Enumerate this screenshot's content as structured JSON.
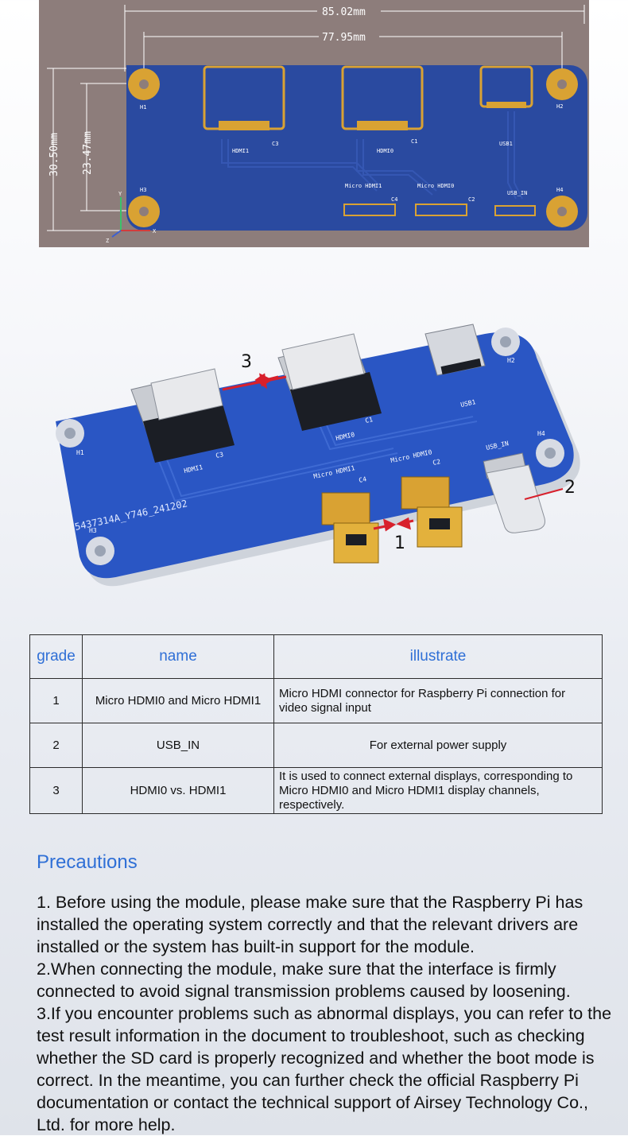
{
  "drawing": {
    "dim_width_outer": "85.02mm",
    "dim_width_inner": "77.95mm",
    "dim_height_outer": "30.50mm",
    "dim_height_inner": "23.47mm",
    "holes": [
      "H1",
      "H2",
      "H3",
      "H4"
    ],
    "silk_hdmi1": "HDMI1",
    "silk_hdmi0": "HDMI0",
    "silk_usb": "USB1",
    "silk_micro1": "Micro HDMI1",
    "silk_micro0": "Micro HDMI0",
    "silk_usb_in": "USB_IN",
    "silk_c1": "C1",
    "silk_c2": "C2",
    "silk_c3": "C3",
    "silk_c4": "C4",
    "axis_y": "Y",
    "axis_x": "X",
    "axis_z": "Z"
  },
  "photo": {
    "callout_1": "1",
    "callout_2": "2",
    "callout_3": "3",
    "board_code": "5437314A_Y746_241202",
    "silk_hdmi1": "HDMI1",
    "silk_hdmi0": "HDMI0",
    "silk_usb": "USB1",
    "silk_micro1": "Micro HDMI1",
    "silk_micro0": "Micro HDMI0",
    "silk_usb_in": "USB_IN",
    "silk_c1": "C1",
    "silk_c2": "C2",
    "silk_c3": "C3",
    "silk_c4": "C4",
    "h1": "H1",
    "h2": "H2",
    "h3": "H3",
    "h4": "H4"
  },
  "table": {
    "headers": {
      "grade": "grade",
      "name": "name",
      "illustrate": "illustrate"
    },
    "rows": [
      {
        "grade": "1",
        "name": "Micro HDMI0 and Micro HDMI1",
        "illustrate": "Micro HDMI connector for Raspberry Pi connection for video signal input"
      },
      {
        "grade": "2",
        "name": "USB_IN",
        "illustrate": "For external power supply"
      },
      {
        "grade": "3",
        "name": "HDMI0 vs. HDMI1",
        "illustrate": "It is used to connect external displays, corresponding to Micro HDMI0 and Micro HDMI1 display channels, respectively."
      }
    ]
  },
  "precautions": {
    "title": "Precautions",
    "items": [
      "1. Before using the module, please make sure that the Raspberry Pi has installed the operating system correctly and that the relevant drivers are installed or the system has built-in support for the module.",
      "2.When connecting the module, make sure that the interface is firmly connected to avoid signal transmission problems caused by loosening.",
      "3.If you encounter problems such as abnormal displays, you can refer to the test result information in the document to troubleshoot, such as checking whether the SD card is properly recognized and whether the boot mode is correct. In the meantime, you can further check the official Raspberry Pi documentation or contact the technical support of Airsey Technology Co., Ltd. for more help."
    ]
  },
  "colors": {
    "accent_blue": "#2f6fd6",
    "pcb_blue": "#2a4aa0",
    "drawing_bg": "#8d7d7b",
    "gold": "#d9a233",
    "arrow_red": "#d8202c"
  }
}
